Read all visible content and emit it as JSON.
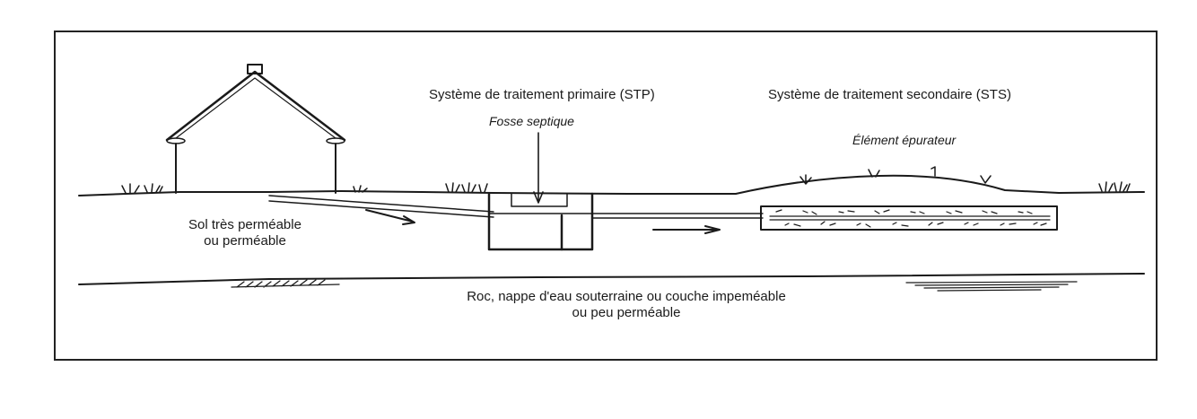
{
  "labels": {
    "stp_title": "Système de traitement primaire (STP)",
    "fosse": "Fosse septique",
    "sts_title": "Système de traitement secondaire (STS)",
    "element": "Élément épurateur",
    "sol_line1": "Sol très perméable",
    "sol_line2": "ou perméable",
    "roc_line1": "Roc, nappe d'eau souterraine ou couche impeméable",
    "roc_line2": "ou peu perméable"
  },
  "colors": {
    "ink": "#1a1a1a",
    "frame": "#222222",
    "background": "#ffffff"
  }
}
